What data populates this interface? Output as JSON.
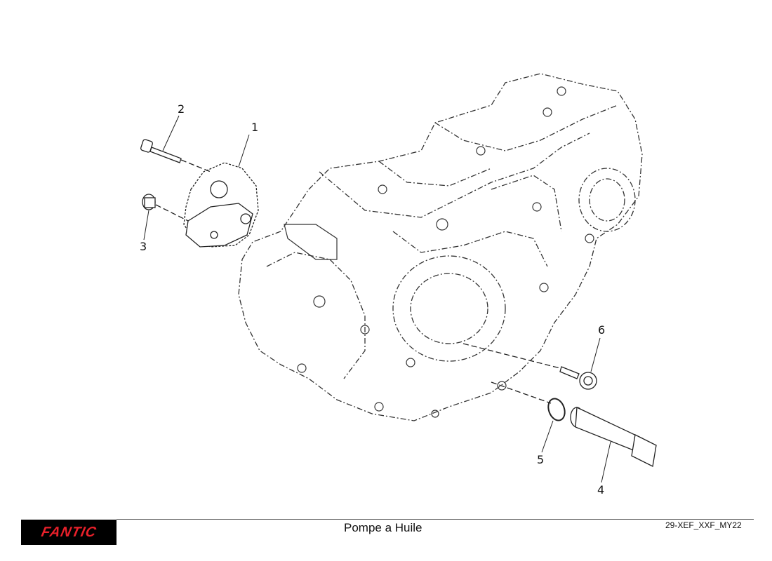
{
  "diagram": {
    "callouts": [
      "1",
      "2",
      "3",
      "4",
      "5",
      "6"
    ]
  },
  "footer": {
    "brand": "FANTIC",
    "title": "Pompe a Huile",
    "code": "29-XEF_XXF_MY22"
  }
}
